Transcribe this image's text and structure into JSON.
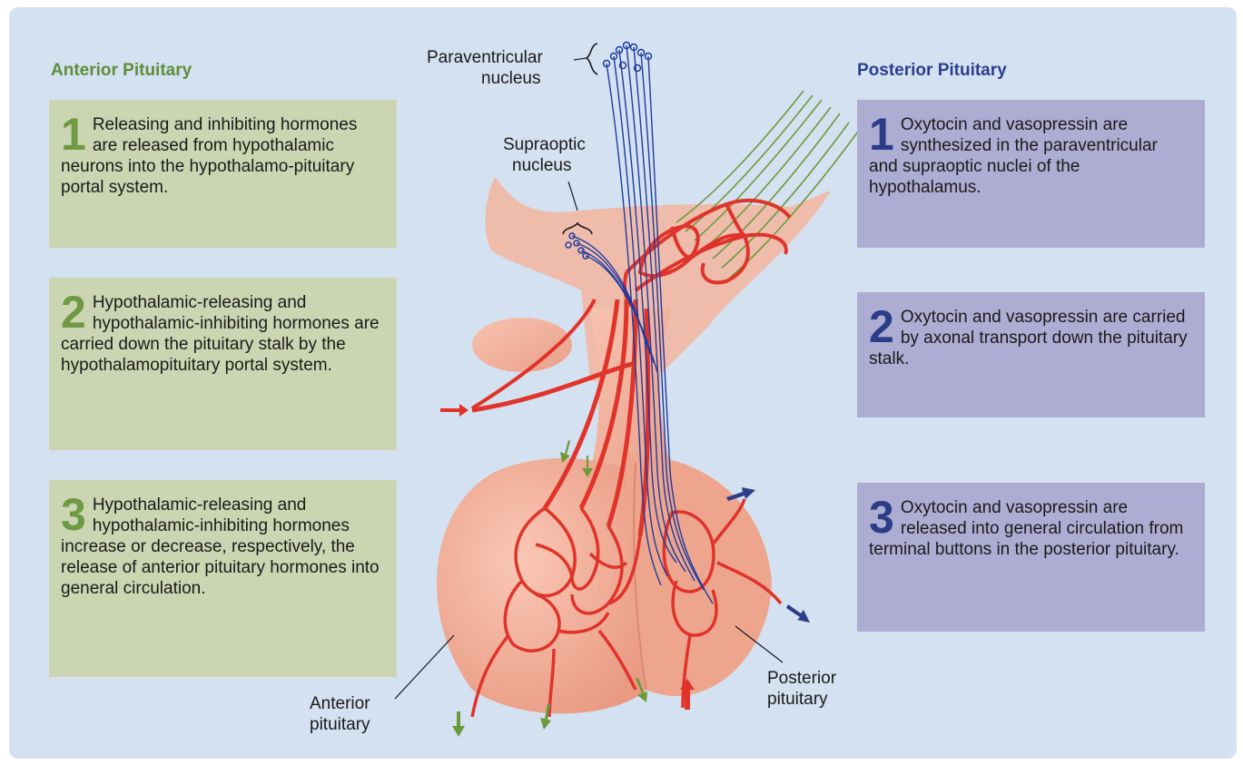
{
  "anterior": {
    "heading": "Anterior Pituitary",
    "steps": [
      {
        "num": "1",
        "text": "Releasing and inhibiting hormones are released from hypothalamic neurons into the hypothalamo-pituitary portal system."
      },
      {
        "num": "2",
        "text": "Hypothalamic-releasing and hypothalamic-inhibiting hormones are carried down the pituitary stalk by the hypothalamopituitary portal system."
      },
      {
        "num": "3",
        "text": "Hypothalamic-releasing and hypothalamic-inhibiting hormones increase or decrease, respectively, the release of anterior pituitary hormones into general circulation."
      }
    ]
  },
  "posterior": {
    "heading": "Posterior Pituitary",
    "steps": [
      {
        "num": "1",
        "text": "Oxytocin and vasopressin are synthesized in the paraventricular and supraoptic nuclei of the hypothalamus."
      },
      {
        "num": "2",
        "text": "Oxytocin and vasopressin are carried by axonal transport down the pituitary stalk."
      },
      {
        "num": "3",
        "text": "Oxytocin and vasopressin are released into general circulation from terminal buttons in the posterior pituitary."
      }
    ]
  },
  "labels": {
    "paraventricular": [
      "Paraventricular",
      "nucleus"
    ],
    "supraoptic": [
      "Supraoptic",
      "nucleus"
    ],
    "anterior_pituitary": [
      "Anterior",
      "pituitary"
    ],
    "posterior_pituitary": [
      "Posterior",
      "pituitary"
    ]
  },
  "colors": {
    "background": "#d4e1f1",
    "anterior_accent": "#5e8e3a",
    "posterior_accent": "#2b3f8f",
    "vessel": "#e0332a",
    "axon_blue": "#1f3b9e",
    "axon_green": "#6a9a3c",
    "tissue": "#f0a890"
  }
}
